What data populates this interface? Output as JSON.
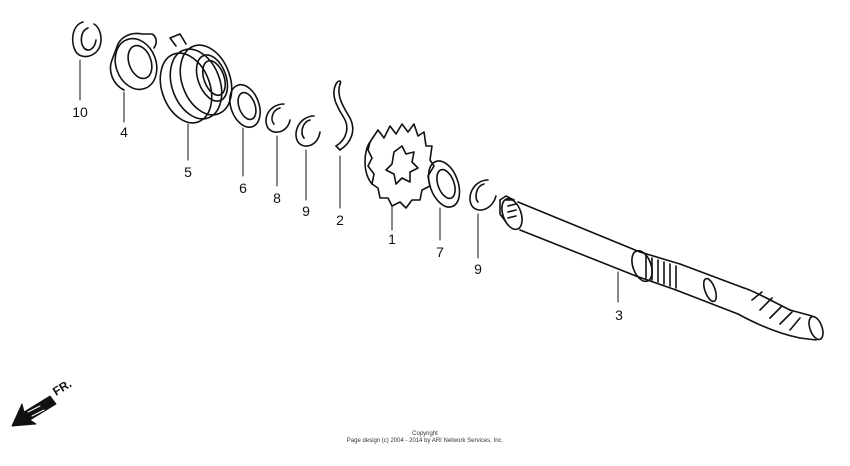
{
  "callouts": {
    "c10": "10",
    "c4": "4",
    "c5": "5",
    "c6": "6",
    "c8": "8",
    "c9a": "9",
    "c2": "2",
    "c1": "1",
    "c7": "7",
    "c9b": "9",
    "c3": "3"
  },
  "direction_marker": {
    "label": "FR.",
    "icon": "front-direction-arrow-icon"
  },
  "copyright": {
    "line1": "Copyright",
    "line2": "Page design (c) 2004 - 2014 by ARI Network Services, Inc."
  }
}
